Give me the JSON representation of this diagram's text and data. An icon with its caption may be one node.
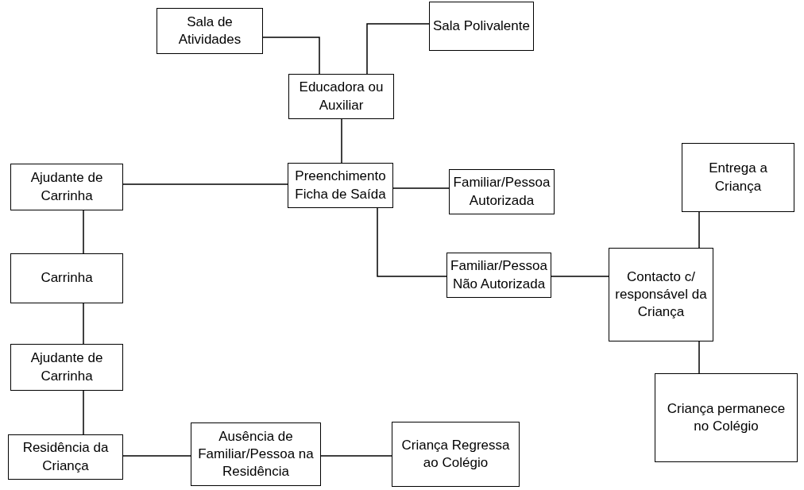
{
  "diagram": {
    "nodes": [
      {
        "text": [
          "Sala de Atividades"
        ]
      },
      {
        "text": [
          "Sala Polivalente"
        ]
      },
      {
        "text": [
          "Educadora ou Auxiliar"
        ]
      },
      {
        "text": [
          "Ajudante de Carrinha"
        ]
      },
      {
        "text": [
          "Preenchimento Ficha de Saída"
        ]
      },
      {
        "text": [
          "Familiar/Pessoa Autorizada"
        ]
      },
      {
        "text": [
          "Entrega a Criança"
        ]
      },
      {
        "text": [
          "Carrinha"
        ]
      },
      {
        "text": [
          "Familiar/Pessoa Não Autorizada"
        ]
      },
      {
        "text": [
          "Contacto c/ responsável da Criança"
        ]
      },
      {
        "text": [
          "Ajudante de Carrinha"
        ]
      },
      {
        "text": [
          "Criança permanece no Colégio"
        ]
      },
      {
        "text": [
          "Residência da Criança"
        ]
      },
      {
        "text": [
          "Ausência de Familiar/Pessoa na Residência"
        ]
      },
      {
        "text": [
          "Criança Regressa ao Colégio"
        ]
      }
    ],
    "edges": [
      {
        "from": 0,
        "to": 2,
        "arrow": "none"
      },
      {
        "from": 1,
        "to": 2,
        "arrow": "none"
      },
      {
        "from": 2,
        "to": 4,
        "arrow": "none"
      },
      {
        "from": 3,
        "to": 4,
        "arrow": "none"
      },
      {
        "from": 4,
        "to": 5,
        "arrow": "none"
      },
      {
        "from": 4,
        "to": 8,
        "arrow": "none"
      },
      {
        "from": 8,
        "to": 9,
        "arrow": "none"
      },
      {
        "from": 9,
        "to": 6,
        "arrow": "none"
      },
      {
        "from": 9,
        "to": 11,
        "arrow": "none"
      },
      {
        "from": 3,
        "to": 7,
        "arrow": "none"
      },
      {
        "from": 7,
        "to": 10,
        "arrow": "none"
      },
      {
        "from": 10,
        "to": 12,
        "arrow": "none"
      },
      {
        "from": 12,
        "to": 13,
        "arrow": "none"
      },
      {
        "from": 13,
        "to": 14,
        "arrow": "none"
      }
    ]
  }
}
